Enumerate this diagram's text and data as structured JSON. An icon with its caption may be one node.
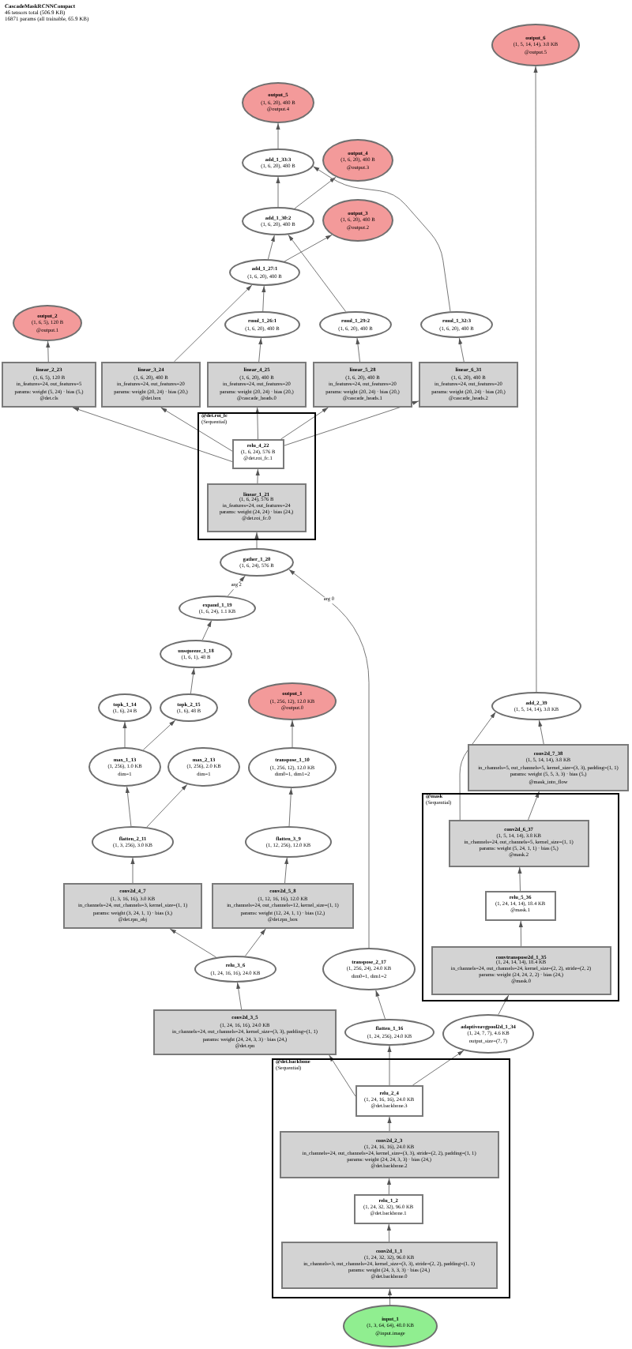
{
  "diagram": {
    "title": "CascadeMaskRCNNCompact",
    "nodes": [
      {
        "text": [
          "output_6",
          "(1, 5, 14, 14), 3.8 KB",
          "@output.5"
        ]
      },
      {
        "text": [
          "output_5",
          "(1, 6, 20), 480 B",
          "@output.4"
        ]
      },
      {
        "text": [
          "add_1_33:3",
          "(1, 6, 20), 480 B"
        ]
      },
      {
        "text": [
          "output_4",
          "(1, 6, 20), 480 B",
          "@output.3"
        ]
      },
      {
        "text": [
          "add_1_30:2",
          "(1, 6, 20), 480 B"
        ]
      },
      {
        "text": [
          "output_3",
          "(1, 6, 20), 480 B",
          "@output.2"
        ]
      },
      {
        "text": [
          "add_1_27:1",
          "(1, 6, 20), 480 B"
        ]
      },
      {
        "text": [
          "output_2",
          "(1, 6, 5), 120 B",
          "@output.1"
        ]
      },
      {
        "text": [
          "rmul_1_26:1",
          "(1, 6, 20), 480 B"
        ]
      },
      {
        "text": [
          "rmul_1_29:2",
          "(1, 6, 20), 480 B"
        ]
      },
      {
        "text": [
          "rmul_1_32:3",
          "(1, 6, 20), 480 B"
        ]
      },
      {
        "text": [
          "linear_2_23",
          "(1, 6, 5), 120 B",
          "in_features=24, out_features=5",
          "params: weight (5, 24) · bias (5,)",
          "@det.cls"
        ]
      },
      {
        "text": [
          "linear_3_24",
          "(1, 6, 20), 480 B",
          "in_features=24, out_features=20",
          "params: weight (20, 24) · bias (20,)",
          "@det.box"
        ]
      },
      {
        "text": [
          "linear_4_25",
          "(1, 6, 20), 480 B",
          "in_features=24, out_features=20",
          "params: weight (20, 24) · bias (20,)",
          "@cascade_heads.0"
        ]
      },
      {
        "text": [
          "linear_5_28",
          "(1, 6, 20), 480 B",
          "in_features=24, out_features=20",
          "params: weight (20, 24) · bias (20,)",
          "@cascade_heads.1"
        ]
      },
      {
        "text": [
          "linear_6_31",
          "(1, 6, 20), 480 B",
          "in_features=24, out_features=20",
          "params: weight (20, 24) · bias (20,)",
          "@cascade_heads.2"
        ]
      },
      {
        "text": [
          "@det.roi_fc",
          "(Sequential)"
        ]
      },
      {
        "text": [
          "relu_4_22",
          "(1, 6, 24), 576 B",
          "@det.roi_fc.1"
        ],
        "in": 16
      },
      {
        "text": [
          "linear_1_21",
          "(1, 6, 24), 576 B",
          "in_features=24, out_features=24",
          "params: weight (24, 24) · bias (24,)",
          "@det.roi_fc.0"
        ],
        "in": 16
      },
      {
        "text": [
          "gather_1_20",
          "(1, 6, 24), 576 B"
        ]
      },
      {
        "text": [
          "expand_1_19",
          "(1, 6, 24), 1.1 KB"
        ]
      },
      {
        "text": [
          "unsqueeze_1_18",
          "(1, 6, 1), 48 B"
        ]
      },
      {
        "text": [
          "topk_1_14",
          "(1, 6), 24 B"
        ]
      },
      {
        "text": [
          "topk_2_15",
          "(1, 6), 48 B"
        ]
      },
      {
        "text": [
          "output_1",
          "(1, 256, 12), 12.0 KB",
          "@output.0"
        ]
      },
      {
        "text": [
          "add_2_39",
          "(1, 5, 14, 14), 3.8 KB"
        ]
      },
      {
        "text": [
          "max_1_13",
          "(1, 256), 1.0 KB",
          "dim=1"
        ]
      },
      {
        "text": [
          "max_2_13",
          "(1, 256), 2.0 KB",
          "dim=1"
        ]
      },
      {
        "text": [
          "transpose_1_10",
          "(1, 256, 12), 12.0 KB",
          "dim0=1, dim1=2"
        ]
      },
      {
        "text": [
          "conv2d_7_38",
          "(1, 5, 14, 14), 3.8 KB",
          "in_channels=5, out_channels=5, kernel_size=(3, 3), padding=(1, 1)",
          "params: weight (5, 5, 3, 3) · bias (5,)",
          "@mask_into_flow"
        ]
      },
      {
        "text": [
          "@mask",
          "(Sequential)"
        ]
      },
      {
        "text": [
          "conv2d_6_37",
          "(1, 5, 14, 14), 3.8 KB",
          "in_channels=24, out_channels=5, kernel_size=(1, 1)",
          "params: weight (5, 24, 1, 1) · bias (5,)",
          "@mask.2"
        ],
        "in": 30
      },
      {
        "text": [
          "flatten_2_11",
          "(1, 3, 256), 3.0 KB"
        ]
      },
      {
        "text": [
          "flatten_3_9",
          "(1, 12, 256), 12.0 KB"
        ]
      },
      {
        "text": [
          "conv2d_4_7",
          "(1, 3, 16, 16), 3.0 KB",
          "in_channels=24, out_channels=3, kernel_size=(1, 1)",
          "params: weight (3, 24, 1, 1) · bias (3,)",
          "@det.rpn_obj"
        ]
      },
      {
        "text": [
          "conv2d_5_8",
          "(1, 12, 16, 16), 12.0 KB",
          "in_channels=24, out_channels=12, kernel_size=(1, 1)",
          "params: weight (12, 24, 1, 1) · bias (12,)",
          "@det.rpn_box"
        ]
      },
      {
        "text": [
          "relu_5_36",
          "(1, 24, 14, 14), 18.4 KB",
          "@mask.1"
        ],
        "in": 30
      },
      {
        "text": [
          "convtranspose2d_1_35",
          "(1, 24, 14, 14), 18.4 KB",
          "in_channels=24, out_channels=24, kernel_size=(2, 2), stride=(2, 2)",
          "params: weight (24, 24, 2, 2) · bias (24,)",
          "@mask.0"
        ],
        "in": 30
      },
      {
        "text": [
          "relu_3_6",
          "(1, 24, 16, 16), 24.0 KB"
        ]
      },
      {
        "text": [
          "transpose_2_17",
          "(1, 256, 24), 24.0 KB",
          "dim0=1, dim1=2"
        ]
      },
      {
        "text": [
          "conv2d_3_5",
          "(1, 24, 16, 16), 24.0 KB",
          "in_channels=24, out_channels=24, kernel_size=(3, 3), padding=(1, 1)",
          "params: weight (24, 24, 3, 3) · bias (24,)",
          "@det.rpn"
        ]
      },
      {
        "text": [
          "flatten_1_16",
          "(1, 24, 256), 24.0 KB"
        ]
      },
      {
        "text": [
          "adaptiveavgpool2d_1_34",
          "(1, 24, 7, 7), 4.6 KB",
          "output_size=(7, 7)"
        ]
      },
      {
        "text": [
          "@det.backbone",
          "(Sequential)"
        ]
      },
      {
        "text": [
          "relu_2_4",
          "(1, 24, 16, 16), 24.0 KB",
          "@det.backbone.3"
        ],
        "in": 43
      },
      {
        "text": [
          "conv2d_2_3",
          "(1, 24, 16, 16), 24.0 KB",
          "in_channels=24, out_channels=24, kernel_size=(3, 3), stride=(2, 2), padding=(1, 1)",
          "params: weight (24, 24, 3, 3) · bias (24,)",
          "@det.backbone.2"
        ],
        "in": 43
      },
      {
        "text": [
          "relu_1_2",
          "(1, 24, 32, 32), 96.0 KB",
          "@det.backbone.1"
        ],
        "in": 43
      },
      {
        "text": [
          "conv2d_1_1",
          "(1, 24, 32, 32), 96.0 KB",
          "in_channels=3, out_channels=24, kernel_size=(3, 3), stride=(2, 2), padding=(1, 1)",
          "params: weight (24, 3, 3, 3) · bias (24,)",
          "@det.backbone.0"
        ],
        "in": 43
      },
      {
        "text": [
          "input_1",
          "(1, 3, 64, 64), 48.0 KB",
          "@input.image"
        ]
      }
    ],
    "edges": [
      {
        "from": 48,
        "to": 47,
        "arrow": "to"
      },
      {
        "from": 47,
        "to": 46,
        "arrow": "to"
      },
      {
        "from": 46,
        "to": 45,
        "arrow": "to"
      },
      {
        "from": 45,
        "to": 44,
        "arrow": "to"
      },
      {
        "from": 44,
        "to": 40,
        "arrow": "to"
      },
      {
        "from": 44,
        "to": 41,
        "arrow": "to"
      },
      {
        "from": 44,
        "to": 42,
        "arrow": "to"
      },
      {
        "from": 40,
        "to": 38,
        "arrow": "to"
      },
      {
        "from": 38,
        "to": 34,
        "arrow": "to"
      },
      {
        "from": 38,
        "to": 35,
        "arrow": "to"
      },
      {
        "from": 34,
        "to": 32,
        "arrow": "to"
      },
      {
        "from": 35,
        "to": 33,
        "arrow": "to"
      },
      {
        "from": 32,
        "to": 26,
        "arrow": "to"
      },
      {
        "from": 32,
        "to": 27,
        "arrow": "to"
      },
      {
        "from": 33,
        "to": 28,
        "arrow": "to"
      },
      {
        "from": 28,
        "to": 24,
        "arrow": "to"
      },
      {
        "from": 26,
        "to": 22,
        "arrow": "to"
      },
      {
        "from": 26,
        "to": 23,
        "arrow": "to"
      },
      {
        "from": 23,
        "to": 21,
        "arrow": "to"
      },
      {
        "from": 21,
        "to": 20,
        "arrow": "to"
      },
      {
        "from": 20,
        "to": 19,
        "arrow": "to",
        "label": "arg 2"
      },
      {
        "from": 41,
        "to": 39,
        "arrow": "to"
      },
      {
        "from": 39,
        "to": 19,
        "arrow": "to",
        "label": "arg 0"
      },
      {
        "from": 19,
        "to": 18,
        "arrow": "to"
      },
      {
        "from": 18,
        "to": 17,
        "arrow": "to"
      },
      {
        "from": 17,
        "to": 11,
        "arrow": "to"
      },
      {
        "from": 17,
        "to": 12,
        "arrow": "to"
      },
      {
        "from": 17,
        "to": 13,
        "arrow": "to"
      },
      {
        "from": 17,
        "to": 14,
        "arrow": "to"
      },
      {
        "from": 17,
        "to": 15,
        "arrow": "to"
      },
      {
        "from": 11,
        "to": 7,
        "arrow": "to"
      },
      {
        "from": 12,
        "to": 6,
        "arrow": "to"
      },
      {
        "from": 13,
        "to": 8,
        "arrow": "to"
      },
      {
        "from": 8,
        "to": 6,
        "arrow": "to"
      },
      {
        "from": 6,
        "to": 4,
        "arrow": "to"
      },
      {
        "from": 6,
        "to": 5,
        "arrow": "to"
      },
      {
        "from": 14,
        "to": 9,
        "arrow": "to"
      },
      {
        "from": 9,
        "to": 4,
        "arrow": "to"
      },
      {
        "from": 4,
        "to": 2,
        "arrow": "to"
      },
      {
        "from": 4,
        "to": 3,
        "arrow": "to"
      },
      {
        "from": 15,
        "to": 10,
        "arrow": "to"
      },
      {
        "from": 10,
        "to": 2,
        "arrow": "to"
      },
      {
        "from": 2,
        "to": 1,
        "arrow": "to"
      },
      {
        "from": 42,
        "to": 37,
        "arrow": "to"
      },
      {
        "from": 37,
        "to": 36,
        "arrow": "to"
      },
      {
        "from": 36,
        "to": 31,
        "arrow": "to"
      },
      {
        "from": 31,
        "to": 29,
        "arrow": "to"
      },
      {
        "from": 31,
        "to": 25,
        "arrow": "to"
      },
      {
        "from": 29,
        "to": 25,
        "arrow": "to"
      },
      {
        "from": 25,
        "to": 0,
        "arrow": "to"
      }
    ],
    "labels": [
      "46 tensors total (506.9 KB)",
      "16871 params (all trainable, 65.9 KB)"
    ]
  }
}
